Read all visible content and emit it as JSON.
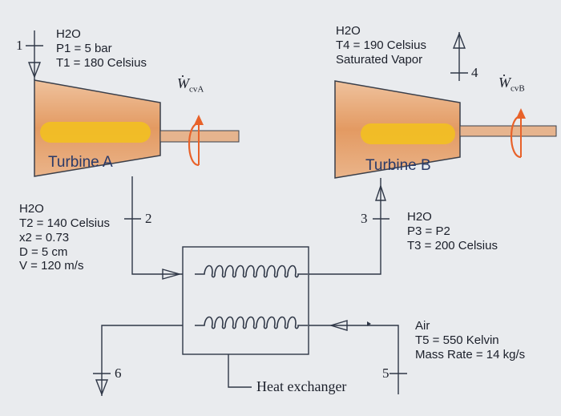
{
  "turbine_a": {
    "label": "Turbine A",
    "inlet": {
      "fluid": "H2O",
      "p": "P1 = 5 bar",
      "t": "T1 = 180 Celsius"
    },
    "outlet": {
      "fluid": "H2O",
      "t": "T2 = 140 Celsius",
      "x": "x2 = 0.73",
      "d": "D = 5 cm",
      "v": "V = 120 m/s"
    },
    "work": {
      "symbol": "W",
      "sub": "cvA"
    }
  },
  "turbine_b": {
    "label": "Turbine B",
    "inlet": {
      "fluid": "H2O",
      "p": "P3 = P2",
      "t": "T3 = 200 Celsius"
    },
    "outlet": {
      "fluid": "H2O",
      "t": "T4 = 190 Celsius",
      "state": "Saturated Vapor"
    },
    "work": {
      "symbol": "W",
      "sub": "cvB"
    }
  },
  "air": {
    "fluid": "Air",
    "t": "T5 = 550 Kelvin",
    "m": "Mass Rate = 14 kg/s"
  },
  "heat_exchanger": {
    "label": "Heat exchanger"
  },
  "states": [
    "1",
    "2",
    "3",
    "4",
    "5",
    "6"
  ],
  "colors": {
    "turbine_body": "#e8a570",
    "turbine_band": "#f2c020",
    "shaft": "#e6b48e",
    "arrow": "#e8622a",
    "line": "#2f3747"
  }
}
